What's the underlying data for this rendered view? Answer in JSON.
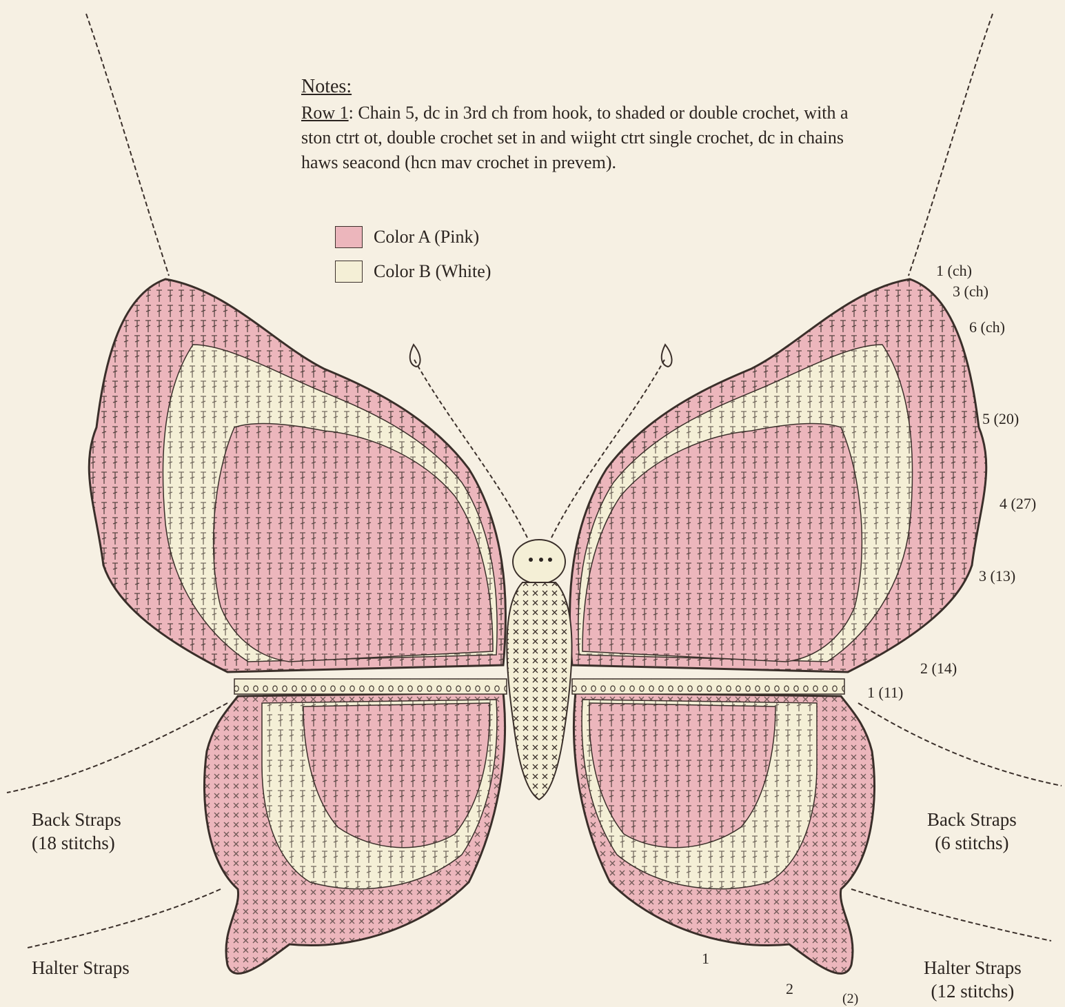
{
  "notes": {
    "heading": "Notes:",
    "row_label": "Row 1",
    "row_text": ": Chain 5, dc in 3rd ch from hook, to shaded or double crochet, with a ston ctrt ot, double crochet set in and wiight ctrt single crochet, dc in chains haws seacond (hcn mav crochet in prevem)."
  },
  "legend": [
    {
      "label": "Color A (Pink)",
      "color": "#ecb6bc"
    },
    {
      "label": "Color B (White)",
      "color": "#f4efd6"
    }
  ],
  "straps": {
    "back_left": {
      "title": "Back Straps",
      "count": "(18 stitchs)"
    },
    "back_right": {
      "title": "Back Straps",
      "count": "(6 stitchs)"
    },
    "halter_left": {
      "title": "Halter Straps"
    },
    "halter_right": {
      "title": "Halter Straps",
      "count": "(12 stitchs)"
    }
  },
  "row_labels": {
    "r1": "1 (ch)",
    "r2": "3 (ch)",
    "r3": "6 (ch)",
    "r4": "5 (20)",
    "r5": "4 (27)",
    "r6": "3 (13)",
    "r7": "2 (14)",
    "r8": "1 (11)",
    "r9": "1",
    "r10": "2",
    "r11": "(2)"
  },
  "colors": {
    "pink": "#ecb6bc",
    "cream": "#f4efd6",
    "background": "#f6f0e3",
    "ink": "#2b2420"
  }
}
